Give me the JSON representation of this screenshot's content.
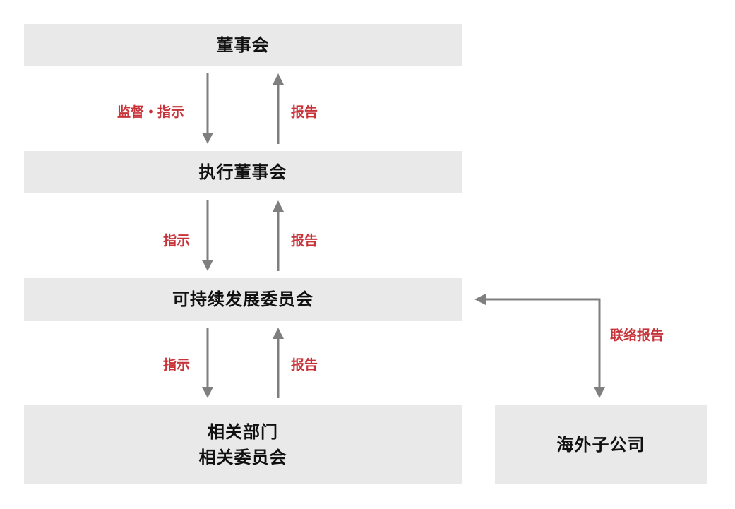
{
  "nodes": {
    "board": "董事会",
    "exec_board": "执行董事会",
    "sust_committee": "可持续发展委员会",
    "departments_line1": "相关部门",
    "departments_line2": "相关委员会",
    "overseas": "海外子公司"
  },
  "edges": {
    "board_to_exec": "监督・指示",
    "exec_to_board": "报告",
    "exec_to_sust": "指示",
    "sust_to_exec": "报告",
    "sust_to_dept": "指示",
    "dept_to_sust": "报告",
    "overseas_sust": "联络报告"
  },
  "colors": {
    "box_fill": "#e9e9e9",
    "label_red": "#c8333a",
    "arrow_gray": "#7f7f7f"
  }
}
